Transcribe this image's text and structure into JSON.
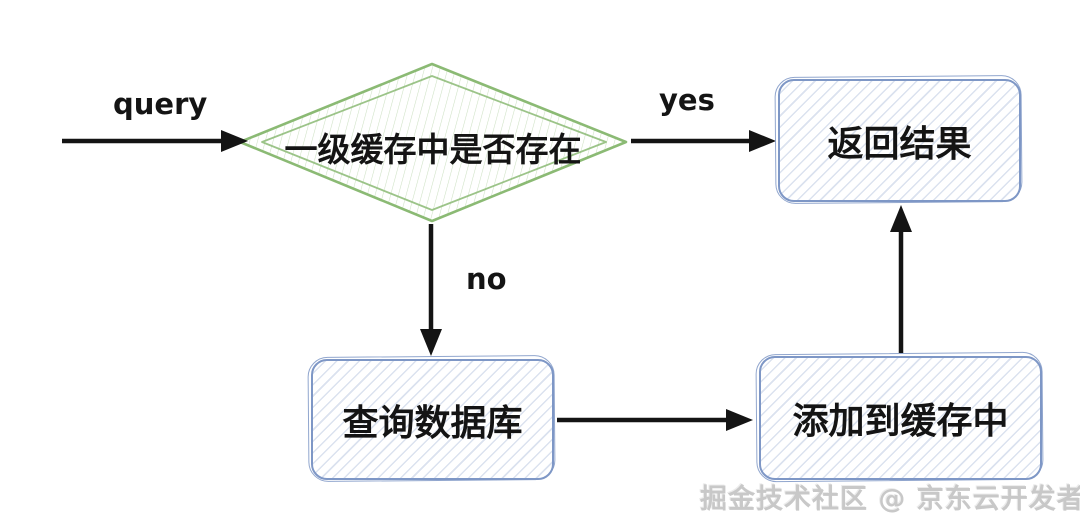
{
  "diagram": {
    "type": "flowchart",
    "start_edge_label": "query",
    "decision": {
      "text": "一级缓存中是否存在",
      "shape": "diamond"
    },
    "branches": {
      "yes_label": "yes",
      "no_label": "no"
    },
    "nodes": {
      "return_result": "返回结果",
      "query_database": "查询数据库",
      "add_to_cache": "添加到缓存中"
    },
    "flows": [
      "query -> 一级缓存中是否存在",
      "一级缓存中是否存在 -yes-> 返回结果",
      "一级缓存中是否存在 -no-> 查询数据库",
      "查询数据库 -> 添加到缓存中",
      "添加到缓存中 -> 返回结果"
    ],
    "watermark": "掘金技术社区 @ 京东云开发者",
    "colors": {
      "decision_border": "#8bba74",
      "decision_hatch": "#9cc487",
      "process_border": "#7e97c6",
      "arrow": "#141414",
      "watermark": "#c8c8c8"
    }
  }
}
